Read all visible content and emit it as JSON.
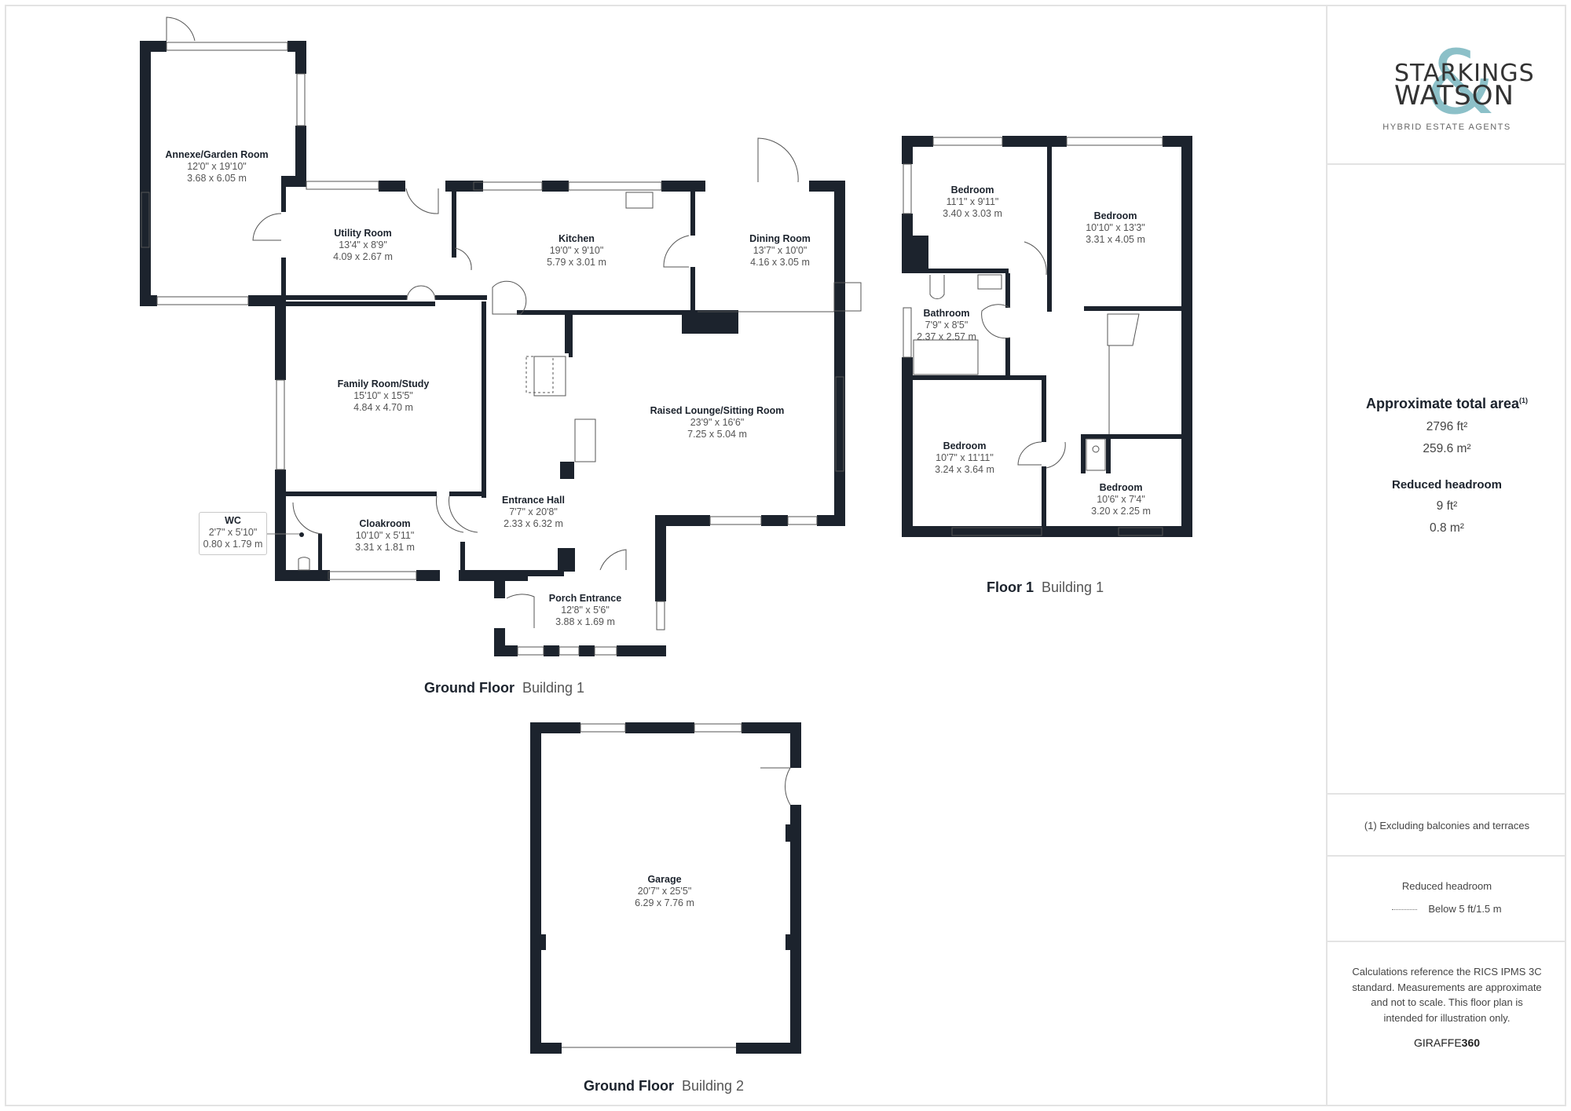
{
  "sidebar": {
    "logo": {
      "word1": "STARKINGS",
      "word2": "WATSON",
      "ampersand": "&",
      "tagline": "HYBRID ESTATE AGENTS",
      "accent": "#8cc0c8"
    },
    "area": {
      "title": "Approximate total area",
      "footnote_mark": "(1)",
      "sqft": "2796 ft²",
      "sqm": "259.6 m²"
    },
    "reduced_headroom": {
      "title": "Reduced headroom",
      "sqft": "9 ft²",
      "sqm": "0.8 m²"
    },
    "footnote": "(1) Excluding balconies and terraces",
    "legend": {
      "title": "Reduced headroom",
      "item": "Below 5 ft/1.5 m"
    },
    "disclaimer": "Calculations reference the RICS IPMS 3C standard. Measurements are approximate and not to scale. This floor plan is intended for illustration only.",
    "brand": {
      "part1": "GIRAFFE",
      "part2": "360"
    }
  },
  "floors": [
    {
      "floor": "Ground Floor",
      "building": "Building 1"
    },
    {
      "floor": "Floor 1",
      "building": "Building 1"
    },
    {
      "floor": "Ground Floor",
      "building": "Building 2"
    }
  ],
  "rooms": {
    "annexe": {
      "name": "Annexe/Garden Room",
      "imperial": "12'0\" x 19'10\"",
      "metric": "3.68 x 6.05 m"
    },
    "utility": {
      "name": "Utility Room",
      "imperial": "13'4\" x 8'9\"",
      "metric": "4.09 x 2.67 m"
    },
    "kitchen": {
      "name": "Kitchen",
      "imperial": "19'0\" x 9'10\"",
      "metric": "5.79 x 3.01 m"
    },
    "dining": {
      "name": "Dining Room",
      "imperial": "13'7\" x 10'0\"",
      "metric": "4.16 x 3.05 m"
    },
    "family": {
      "name": "Family Room/Study",
      "imperial": "15'10\" x 15'5\"",
      "metric": "4.84 x 4.70 m"
    },
    "lounge": {
      "name": "Raised Lounge/Sitting Room",
      "imperial": "23'9\" x 16'6\"",
      "metric": "7.25 x 5.04 m"
    },
    "hall": {
      "name": "Entrance Hall",
      "imperial": "7'7\" x 20'8\"",
      "metric": "2.33 x 6.32 m"
    },
    "cloak": {
      "name": "Cloakroom",
      "imperial": "10'10\" x 5'11\"",
      "metric": "3.31 x 1.81 m"
    },
    "wc": {
      "name": "WC",
      "imperial": "2'7\" x 5'10\"",
      "metric": "0.80 x 1.79 m"
    },
    "porch": {
      "name": "Porch Entrance",
      "imperial": "12'8\" x 5'6\"",
      "metric": "3.88 x 1.69 m"
    },
    "bed1": {
      "name": "Bedroom",
      "imperial": "11'1\" x 9'11\"",
      "metric": "3.40 x 3.03 m"
    },
    "bed2": {
      "name": "Bedroom",
      "imperial": "10'10\" x 13'3\"",
      "metric": "3.31 x 4.05 m"
    },
    "bath": {
      "name": "Bathroom",
      "imperial": "7'9\" x 8'5\"",
      "metric": "2.37 x 2.57 m"
    },
    "bed3": {
      "name": "Bedroom",
      "imperial": "10'7\" x 11'11\"",
      "metric": "3.24 x 3.64 m"
    },
    "bed4": {
      "name": "Bedroom",
      "imperial": "10'6\" x 7'4\"",
      "metric": "3.20 x 2.25 m"
    },
    "garage": {
      "name": "Garage",
      "imperial": "20'7\" x 25'5\"",
      "metric": "6.29 x 7.76 m"
    }
  },
  "colors": {
    "wall": "#1c232d",
    "frame": "#e3e3e3",
    "text_secondary": "#555555"
  }
}
